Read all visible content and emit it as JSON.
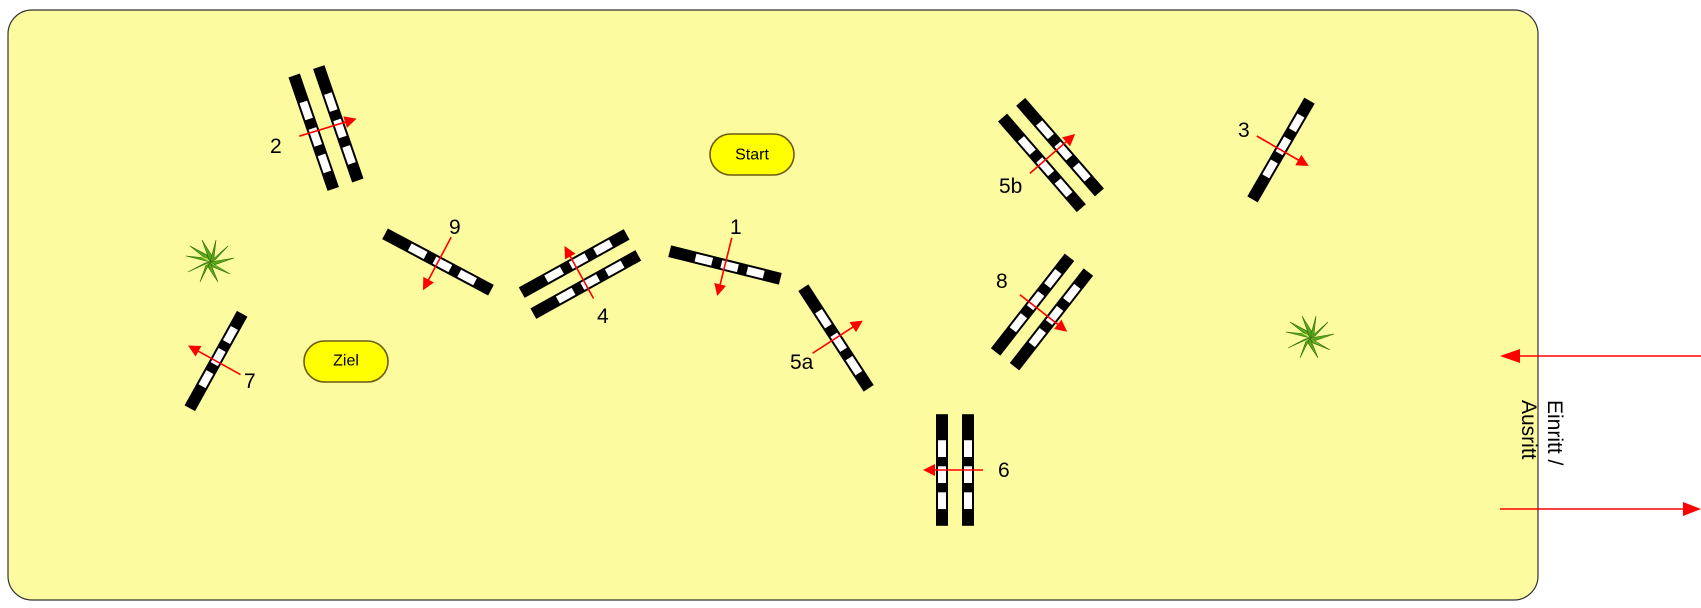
{
  "markers": {
    "start": "Start",
    "finish": "Ziel"
  },
  "entrance": {
    "line1": "Einritt /",
    "line2": "Ausritt"
  },
  "obstacles": [
    {
      "id": "o1",
      "label": "1",
      "poles": 1,
      "arrow": "down"
    },
    {
      "id": "o2",
      "label": "2",
      "poles": 2,
      "arrow": "right"
    },
    {
      "id": "o3",
      "label": "3",
      "poles": 1,
      "arrow": "right"
    },
    {
      "id": "o4",
      "label": "4",
      "poles": 2,
      "arrow": "up"
    },
    {
      "id": "o5a",
      "label": "5a",
      "poles": 1,
      "arrow": "up"
    },
    {
      "id": "o5b",
      "label": "5b",
      "poles": 2,
      "arrow": "up"
    },
    {
      "id": "o6",
      "label": "6",
      "poles": 2,
      "arrow": "left"
    },
    {
      "id": "o7",
      "label": "7",
      "poles": 1,
      "arrow": "left"
    },
    {
      "id": "o8",
      "label": "8",
      "poles": 2,
      "arrow": "down"
    },
    {
      "id": "o9",
      "label": "9",
      "poles": 1,
      "arrow": "down"
    }
  ],
  "colors": {
    "arena": "#fdfb9f",
    "marker_fill": "#ffff00",
    "arrow": "#ff0000",
    "pole": "#000000",
    "pole_stripe": "#ffffff",
    "plant": "#5aa81a"
  },
  "icons": [
    "bush-icon",
    "bush-icon"
  ]
}
